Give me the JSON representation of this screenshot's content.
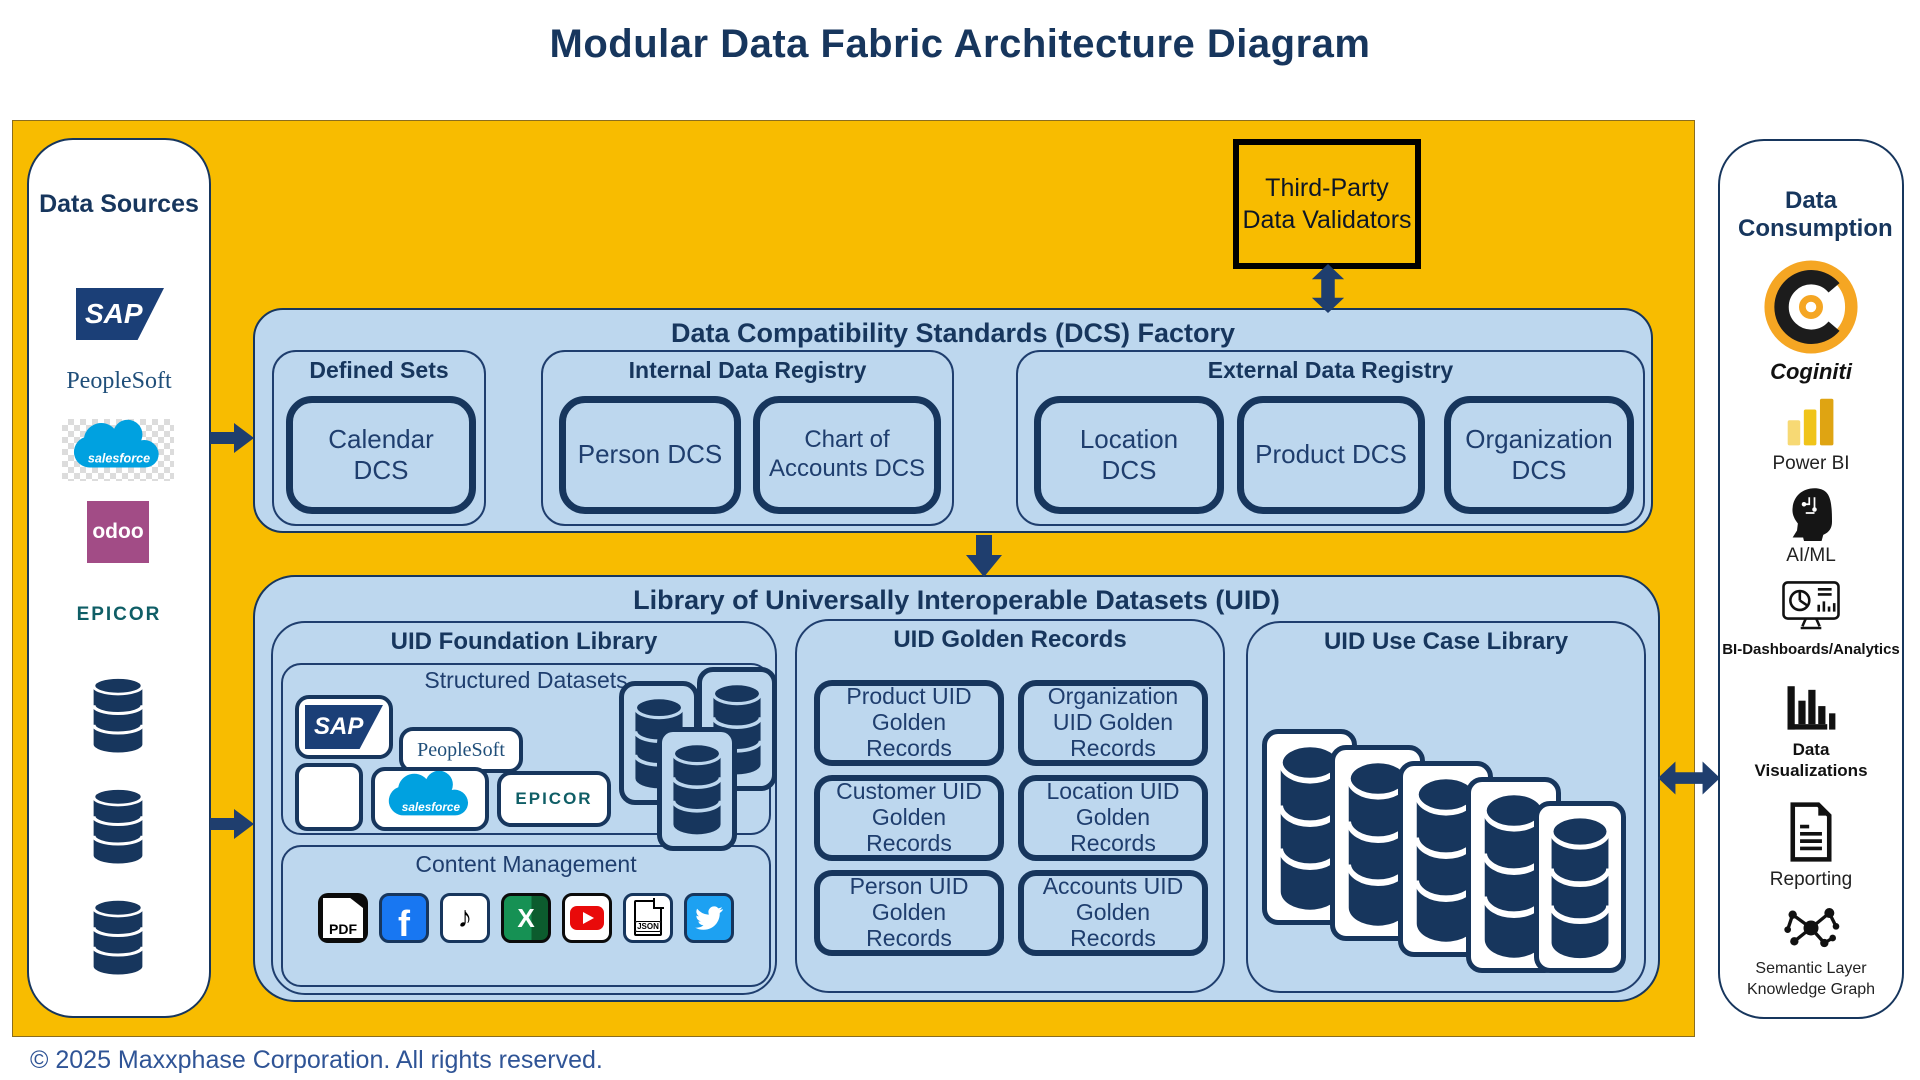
{
  "title": "Modular Data Fabric Architecture Diagram",
  "footer": "© 2025 Maxxphase Corporation.  All rights reserved.",
  "colors": {
    "gold": "#F8BC00",
    "panel_blue": "#BDD7EE",
    "navy": "#17365D",
    "box_text_navy": "#1F3E6E",
    "black_border": "#000000",
    "white": "#FFFFFF",
    "footer_blue": "#2F5496",
    "salesforce_blue": "#00A1E0",
    "odoo_purple": "#A24C86",
    "epicor_teal": "#0F5E66",
    "facebook_blue": "#1877F2",
    "excel_green": "#169154",
    "youtube_red": "#E90A0A",
    "twitter_blue": "#1DA1F2",
    "powerbi_gold": "#F2C811",
    "coginiti_orange": "#F5A623",
    "sap_navy": "#1B3F77"
  },
  "data_sources": {
    "title": "Data Sources"
  },
  "logos": {
    "sap": "SAP",
    "peoplesoft": "PeopleSoft",
    "salesforce": "salesforce",
    "odoo": "odoo",
    "epicor": "EPICOR"
  },
  "glyphs": {
    "facebook": "f",
    "music": "♪",
    "excel": "X"
  },
  "third_party": {
    "label": "Third-Party Data Validators"
  },
  "dcs_factory": {
    "title": "Data Compatibility Standards (DCS) Factory",
    "defined_sets": {
      "title": "Defined Sets",
      "items": [
        "Calendar DCS"
      ]
    },
    "internal_registry": {
      "title": "Internal Data Registry",
      "items": [
        "Person DCS",
        "Chart of Accounts DCS"
      ]
    },
    "external_registry": {
      "title": "External Data Registry",
      "items": [
        "Location DCS",
        "Product DCS",
        "Organization DCS"
      ]
    }
  },
  "uid_library": {
    "title": "Library of Universally Interoperable Datasets (UID)",
    "foundation": {
      "title": "UID Foundation Library",
      "structured_title": "Structured Datasets",
      "content_title": "Content Management",
      "content_icons": {
        "pdf": "PDF",
        "json": "JSON"
      }
    },
    "golden": {
      "title": "UID Golden Records",
      "items": [
        "Product UID Golden Records",
        "Organization UID Golden Records",
        "Customer UID Golden Records",
        "Location UID Golden Records",
        "Person UID Golden Records",
        "Accounts UID Golden Records"
      ]
    },
    "use_case": {
      "title": "UID Use Case Library"
    }
  },
  "data_consumption": {
    "title": "Data Consumption",
    "items": [
      {
        "icon": "coginiti-logo",
        "label": "Coginiti"
      },
      {
        "icon": "powerbi-icon",
        "label": "Power BI"
      },
      {
        "icon": "ai-ml-icon",
        "label": "AI/ML"
      },
      {
        "icon": "bi-dashboards-icon",
        "label": "BI-Dashboards/Analytics"
      },
      {
        "icon": "data-visualizations-icon",
        "label": "Data Visualizations"
      },
      {
        "icon": "reporting-icon",
        "label": "Reporting"
      },
      {
        "icon": "knowledge-graph-icon",
        "label": "Semantic Layer Knowledge Graph"
      }
    ]
  }
}
